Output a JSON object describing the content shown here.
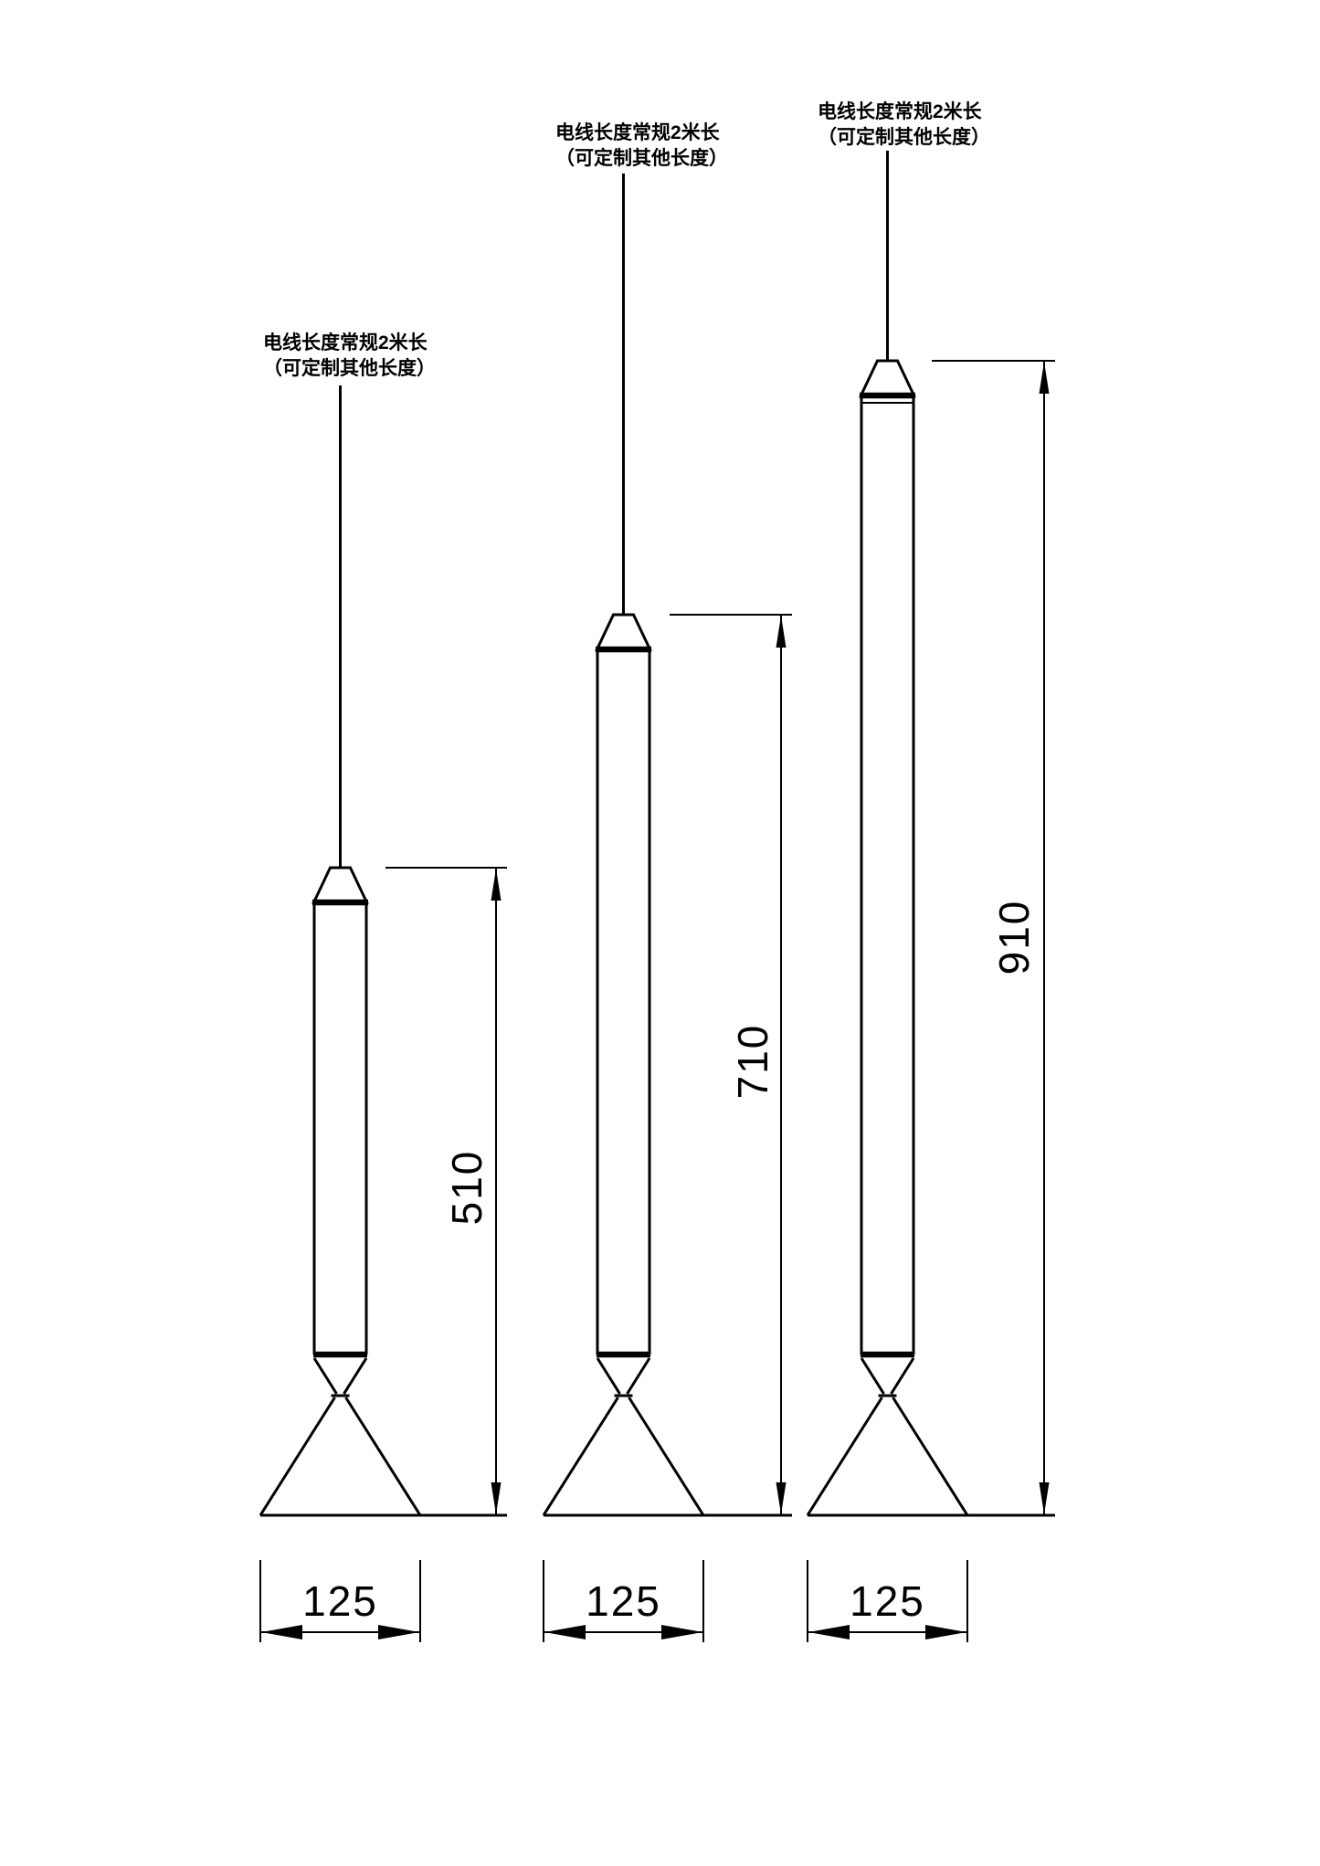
{
  "drawing": {
    "type": "technical-dimension-drawing",
    "subject": "three pendant lamps of increasing tube length",
    "background_color": "#ffffff",
    "line_color": "#000000",
    "wire_note_line1": "电线长度常规2米长",
    "wire_note_line2": "（可定制其他长度）",
    "lamps": [
      {
        "name": "pendant-510",
        "height_label": "510",
        "base_width_label": "125"
      },
      {
        "name": "pendant-710",
        "height_label": "710",
        "base_width_label": "125"
      },
      {
        "name": "pendant-910",
        "height_label": "910",
        "base_width_label": "125"
      }
    ]
  }
}
